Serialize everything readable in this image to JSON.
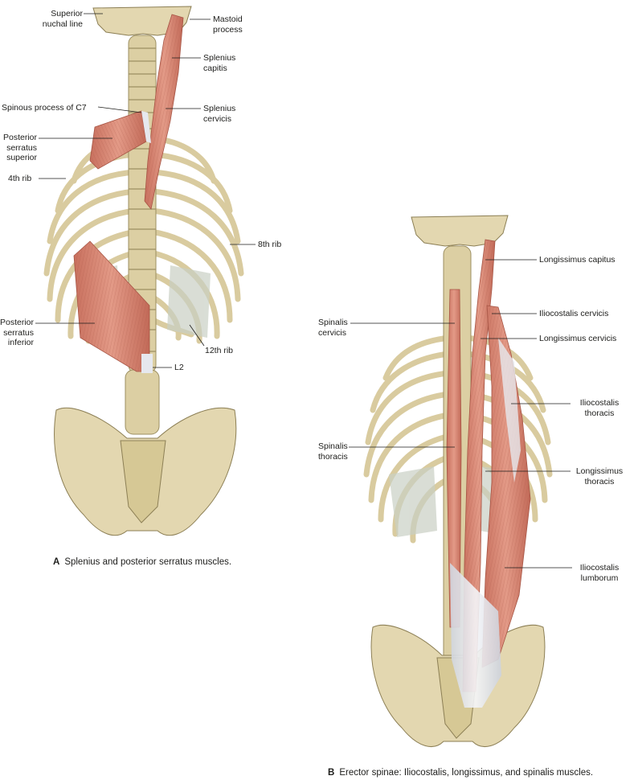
{
  "panel_a": {
    "caption_letter": "A",
    "caption_text": "Splenius and posterior serratus muscles.",
    "labels": {
      "superior_nuchal_line": "Superior\nnuchal line",
      "mastoid_process": "Mastoid\nprocess",
      "splenius_capitis": "Splenius\ncapitis",
      "spinous_process_c7": "Spinous process of C7",
      "splenius_cervicis": "Splenius\ncervicis",
      "posterior_serratus_superior": "Posterior\nserratus\nsuperior",
      "fourth_rib": "4th rib",
      "eighth_rib": "8th rib",
      "posterior_serratus_inferior": "Posterior\nserratus\ninferior",
      "twelfth_rib": "12th rib",
      "l2": "L2"
    }
  },
  "panel_b": {
    "caption_letter": "B",
    "caption_text": "Erector spinae: Iliocostalis, longissimus, and spinalis muscles.",
    "labels": {
      "longissimus_capitus": "Longissimus capitus",
      "spinalis_cervicis": "Spinalis\ncervicis",
      "iliocostalis_cervicis": "Iliocostalis cervicis",
      "longissimus_cervicis": "Longissimus cervicis",
      "iliocostalis_thoracis": "Iliocostalis\nthoracis",
      "spinalis_thoracis": "Spinalis\nthoracis",
      "longissimus_thoracis": "Longissimus\nthoracis",
      "iliocostalis_lumborum": "Iliocostalis\nlumborum"
    }
  },
  "colors": {
    "bone": "#e3d7b0",
    "bone_shadow": "#b9ab7e",
    "muscle": "#d98a78",
    "muscle_dark": "#b8604f",
    "tendon": "#e6e8ee",
    "cartilage": "#c9d0c4",
    "leader": "#1d1d1b"
  }
}
